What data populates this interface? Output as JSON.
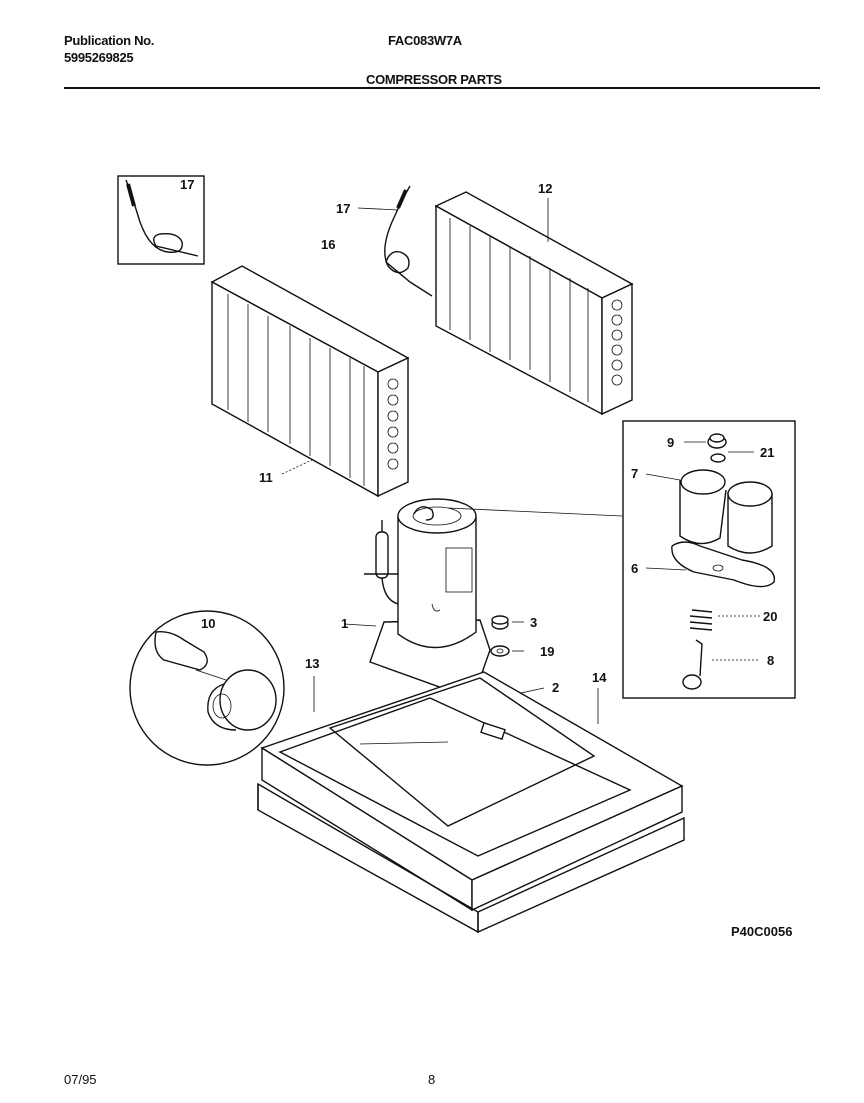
{
  "header": {
    "publication_label": "Publication No.",
    "publication_number": "5995269825",
    "model": "FAC083W7A",
    "section_title": "COMPRESSOR PARTS"
  },
  "callouts": {
    "c1": "1",
    "c2": "2",
    "c3": "3",
    "c6": "6",
    "c7": "7",
    "c8": "8",
    "c9": "9",
    "c10": "10",
    "c11": "11",
    "c12": "12",
    "c13": "13",
    "c14": "14",
    "c16": "16",
    "c17a": "17",
    "c17b": "17",
    "c19": "19",
    "c20": "20",
    "c21": "21"
  },
  "drawing_code": "P40C0056",
  "footer": {
    "date": "07/95",
    "page": "8"
  }
}
